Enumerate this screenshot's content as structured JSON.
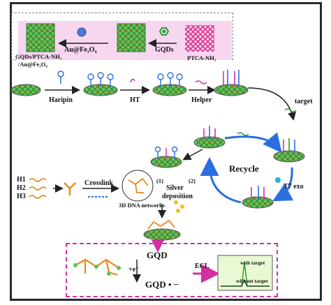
{
  "labels": {
    "gqds_ptca_au": "GQDs/PTCA-NH₂",
    "au_fe3o4_sub": "/Au@Fe₃O₄",
    "au_fe3o4": "Au@Fe₃O₄",
    "gqds": "GQDs",
    "ptca": "PTCA-NH₂",
    "haripin": "Haripin",
    "ht": "HT",
    "helper": "Helper",
    "target": "target",
    "recycle": "Recycle",
    "t7exo": "T7 exo",
    "h1": "H1",
    "h2": "H2",
    "h3": "H3",
    "crosslink": "Crosslink",
    "dna_networks": "3D DNA networks",
    "step1": "(1)",
    "step2": "(2)",
    "silver": "Silver",
    "deposition": "deposition",
    "gqd": "GQD",
    "electron": "+e⁻",
    "gqd_radical": "GQD • −",
    "ecl": "ECL",
    "with_target": "with target",
    "without_target": "without target"
  },
  "colors": {
    "frame": "#2a2a2a",
    "banner": "#f7d6f0",
    "green": "#2ca02c",
    "magenta": "#d42fa0",
    "blue": "#2b6ee0",
    "cyan": "#22b5d8",
    "orange": "#e8881c"
  }
}
